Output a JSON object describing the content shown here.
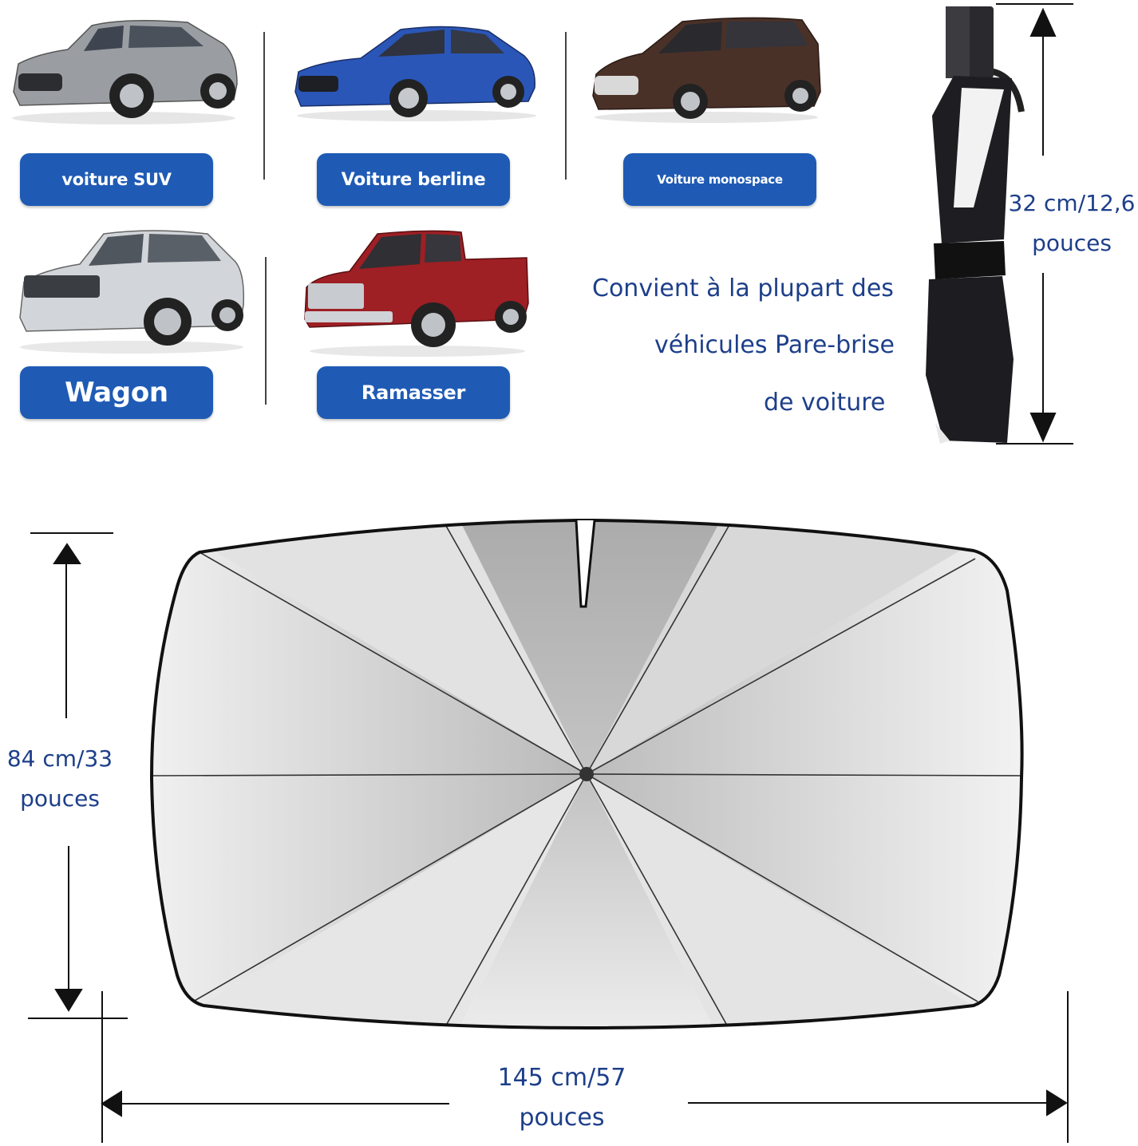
{
  "vehicles": [
    {
      "label": "voiture SUV",
      "color": "#9a9ea3",
      "kind": "suv"
    },
    {
      "label": "Voiture berline",
      "color": "#2a56b8",
      "kind": "sedan"
    },
    {
      "label": "Voiture monospace",
      "color": "#4a3128",
      "kind": "van"
    },
    {
      "label": "Wagon",
      "color": "#c9ccd0",
      "kind": "suv"
    },
    {
      "label": "Ramasser",
      "color": "#9e1f24",
      "kind": "pickup"
    }
  ],
  "compat_text": {
    "line1": "Convient à la plupart des",
    "line2": "véhicules Pare-brise",
    "line3": "de voiture"
  },
  "folded_size": {
    "line1": "32 cm/12,6",
    "line2": "pouces"
  },
  "height_size": {
    "line1": "84 cm/33",
    "line2": "pouces"
  },
  "width_size": {
    "line1": "145 cm/57",
    "line2": "pouces"
  },
  "colors": {
    "label_blue": "#1f5bb5",
    "text_blue": "#1d3f8a"
  }
}
